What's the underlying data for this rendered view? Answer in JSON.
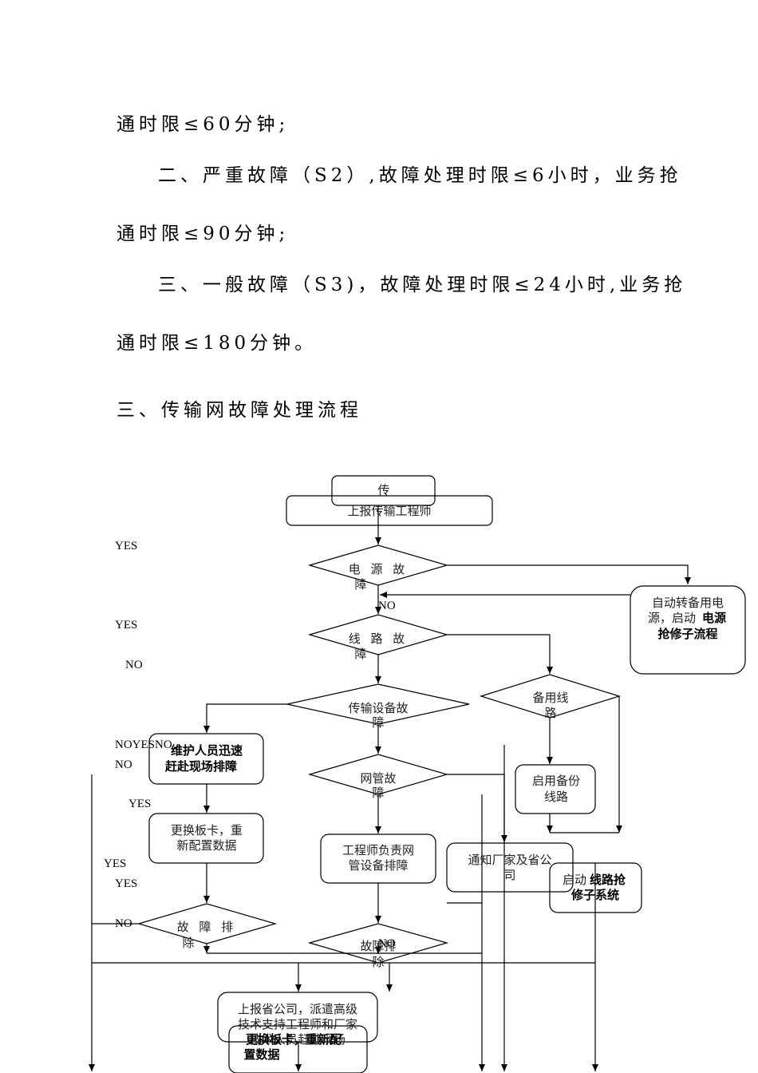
{
  "paragraphs": {
    "p1": "通时限≤60分钟;",
    "p2": "二、严重故障（S2）,故障处理时限≤6小时，业务抢",
    "p3": "通时限≤90分钟;",
    "p4": "三、一般故障（S3)，故障处理时限≤24小时,业务抢",
    "p5": "通时限≤180分钟。",
    "heading": "三、传输网故障处理流程"
  },
  "flow": {
    "start": "传输故障",
    "report_engineer": "上报传输工程师",
    "power_fault": [
      "电 源 故",
      "障"
    ],
    "auto_backup_power": [
      "自动转备用电",
      "源，启动",
      "电源",
      "抢修子流程"
    ],
    "line_fault": [
      "线 路 故",
      "障"
    ],
    "backup_line": [
      "备用线",
      "路"
    ],
    "equipment_fault": [
      "传输设备故",
      "障"
    ],
    "maintenance_rush": [
      "维护人员迅速",
      "赶赴现场排障"
    ],
    "nms_fault": [
      "网管故",
      "障"
    ],
    "enable_backup_line": [
      "启用备份",
      "线路"
    ],
    "replace_board_1": [
      "更换板卡，重",
      "新配置数据"
    ],
    "engineer_nms": [
      "工程师负责网",
      "管设备排障"
    ],
    "notify_vendor": [
      "通知厂家及省公",
      "司"
    ],
    "start_line_repair": [
      "启动",
      "线路抢",
      "修子系统"
    ],
    "fault_cleared_1": [
      "故 障 排",
      "除"
    ],
    "fault_cleared_2": [
      "故障排",
      "除"
    ],
    "report_province": [
      "上报省公司，派遣高级",
      "技术支持工程师和厂家",
      "技术人员赶赴现场"
    ],
    "replace_board_2": [
      "更换板卡，重新配",
      "置数据"
    ]
  },
  "labels": {
    "yes1": "YES",
    "no1": "NO",
    "yes2": "YES",
    "no2": "NO",
    "noyesno": "NOYESNO",
    "no3": "NO",
    "yes3": "YES",
    "yes4": "YES",
    "yes5": "YES",
    "no4": "NO",
    "no5": "NO"
  }
}
